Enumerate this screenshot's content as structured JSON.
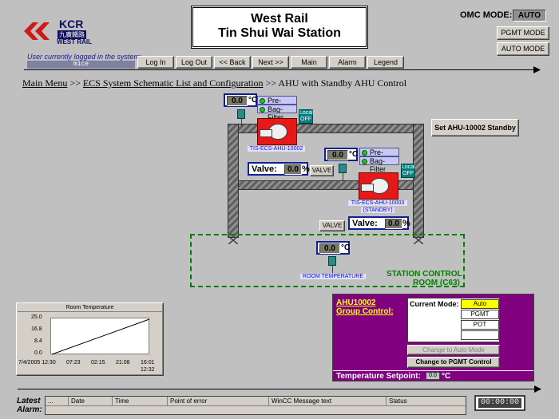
{
  "header": {
    "logo_text": "KCR",
    "logo_chinese": "九廣鐵路",
    "logo_sub": "WEST RAIL",
    "title_line1": "West Rail",
    "title_line2": "Tin Shui Wai Station",
    "omc_label": "OMC MODE:",
    "omc_value": "AUTO",
    "pgmt_mode": "PGMT MODE",
    "auto_mode": "AUTO MODE"
  },
  "login": {
    "label": "User currently logged in the system:",
    "user": "mice"
  },
  "nav": [
    "Log In",
    "Log Out",
    "<< Back",
    "Next >>",
    "Main",
    "Alarm",
    "Legend"
  ],
  "breadcrumb": {
    "main": "Main Menu",
    "sep1": " >> ",
    "list": "ECS System Schematic List and Configuration",
    "sep2": " >> AHU with Standby AHU Control"
  },
  "ahu1": {
    "temp": "0.0",
    "unit": "°C",
    "pre": "Pre-Filter",
    "bag": "Bag-Filter",
    "local": "Local",
    "off": "OFF",
    "tag": "TIS-ECS-AHU-10002",
    "valve_label": "Valve:",
    "valve_value": "0.0",
    "valve_unit": "%",
    "valve_btn": "VALVE"
  },
  "ahu2": {
    "temp": "0.0",
    "unit": "°C",
    "pre": "Pre-Filter",
    "bag": "Bag-Filter",
    "local": "Local",
    "off": "OFF",
    "tag": "TIS-ECS-AHU-10003",
    "tag2": "(STANDBY)",
    "valve_label": "Valve:",
    "valve_value": "0.0",
    "valve_unit": "%",
    "valve_btn": "VALVE"
  },
  "standby_btn": "Set AHU-10002 Standby",
  "room": {
    "temp": "0.0",
    "unit": "°C",
    "tag": "ROOM TEMPERATURE",
    "label1": "STATION CONTROL",
    "label2": "ROOM (C63)"
  },
  "trend": {
    "title": "Room Temperature",
    "yticks": [
      "25.0",
      "16.8",
      "8.4",
      "0.0"
    ],
    "xticks": [
      "7/4/2005 12:30",
      "07:23",
      "02:15",
      "21:08",
      "16:01"
    ],
    "xlast2": "12:32"
  },
  "group": {
    "title1": "AHU10002",
    "title2": "Group Control:",
    "mode_label": "Current Mode:",
    "modes": [
      "Auto",
      "PGMT",
      "POT",
      ""
    ],
    "btn_auto": "Change to Auto Mode",
    "btn_pgmt": "Change to PGMT Control",
    "setpoint_label": "Temperature Setpoint:",
    "setpoint_value": "0.0",
    "setpoint_unit": "°C"
  },
  "alarm": {
    "label1": "Latest",
    "label2": "Alarm:",
    "columns": [
      "...",
      "Date",
      "Time",
      "Point of error",
      "WinCC Message text",
      "Status"
    ],
    "clock": "00:00:00"
  },
  "colors": {
    "duct_frame": "#008000",
    "ahu": "#e81818",
    "group_bg": "#800080",
    "mode_active": "#ffff00"
  }
}
